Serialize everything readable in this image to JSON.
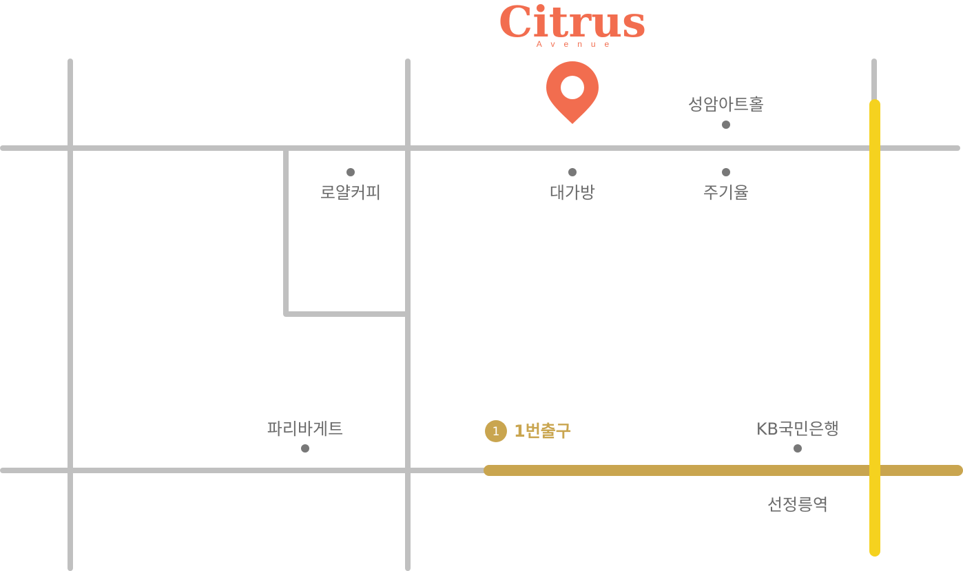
{
  "brand": {
    "name": "Citrus",
    "subtitle": "Avenue",
    "color": "#f26d4f"
  },
  "colors": {
    "road": "#c0c0c0",
    "subway_line_9": "#c9a54f",
    "subway_line_2": "#f5d21f",
    "label": "#6b6b6b",
    "dot": "#787878",
    "exit": "#c9a54f",
    "pin": "#f26d4f"
  },
  "places": [
    {
      "id": "royal-coffee",
      "name": "로얄커피"
    },
    {
      "id": "daegabang",
      "name": "대가방"
    },
    {
      "id": "jugiyul",
      "name": "주기율"
    },
    {
      "id": "seongam-art-hall",
      "name": "성암아트홀"
    },
    {
      "id": "paris-baguette",
      "name": "파리바게트"
    },
    {
      "id": "kb-bank",
      "name": "KB국민은행"
    }
  ],
  "station": {
    "name": "선정릉역"
  },
  "exit": {
    "number": "1",
    "label": "1번출구"
  },
  "icons": {
    "destination": "map-pin-icon",
    "place": "location-dot-icon"
  }
}
